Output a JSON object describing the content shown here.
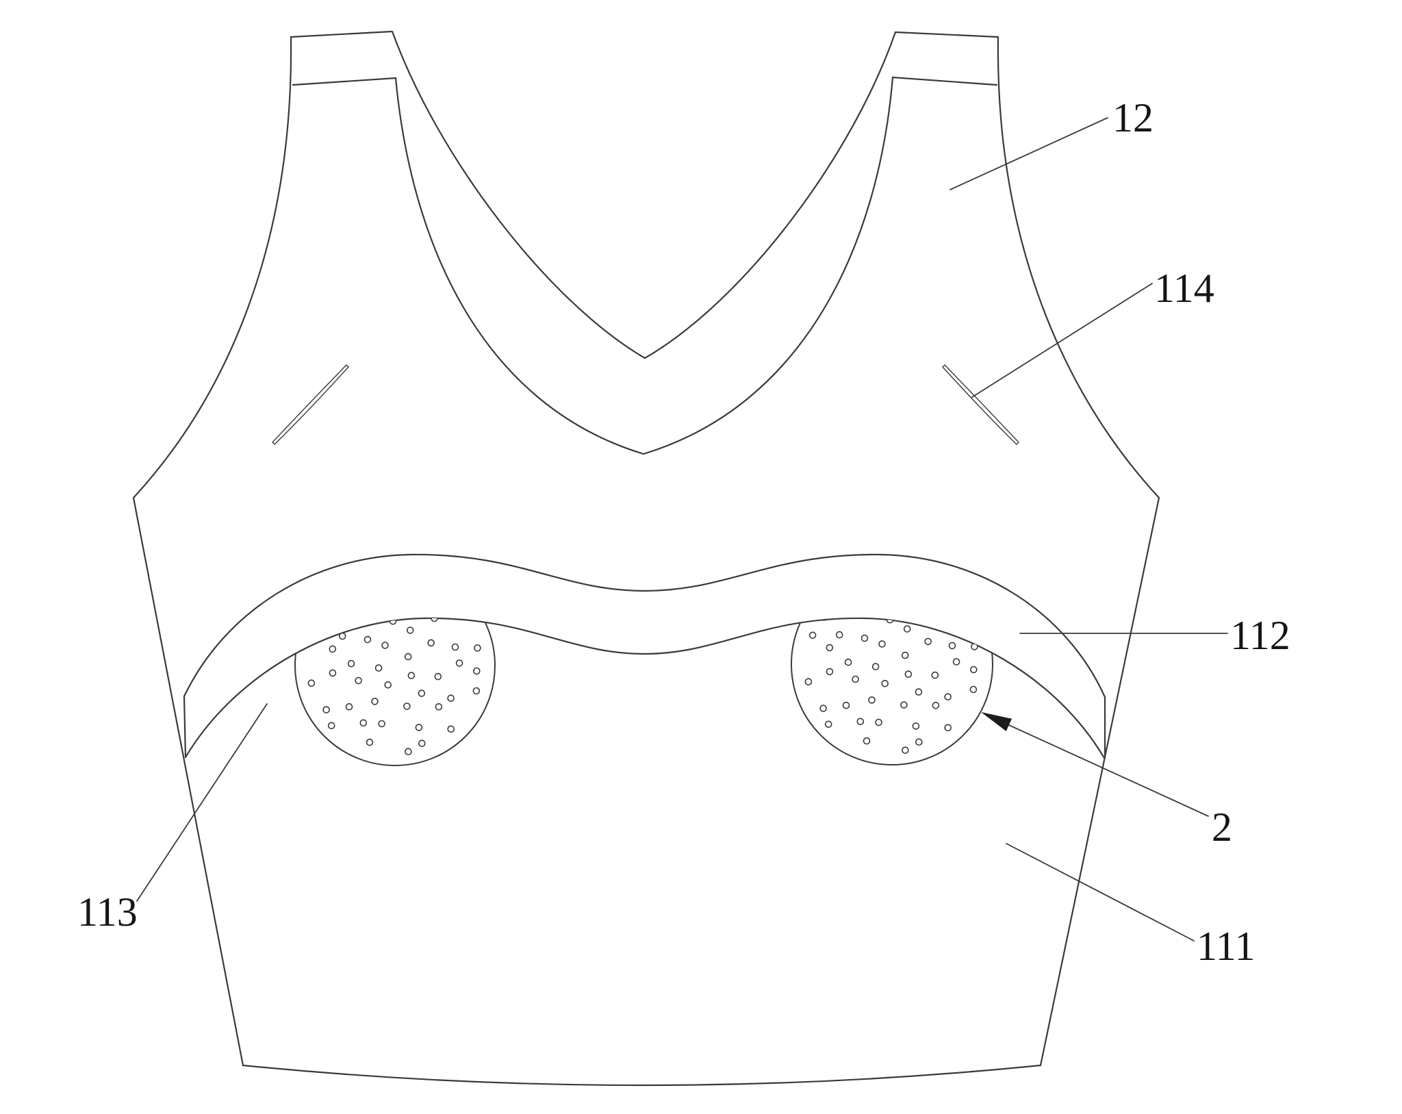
{
  "figure": {
    "background": "#ffffff",
    "line_color": "#3a3a3a",
    "text_color": "#151515"
  },
  "callouts": {
    "c12": {
      "text": "12"
    },
    "c114": {
      "text": "114"
    },
    "c112": {
      "text": "112"
    },
    "c2": {
      "text": "2"
    },
    "c113": {
      "text": "113"
    },
    "c111": {
      "text": "111"
    }
  }
}
